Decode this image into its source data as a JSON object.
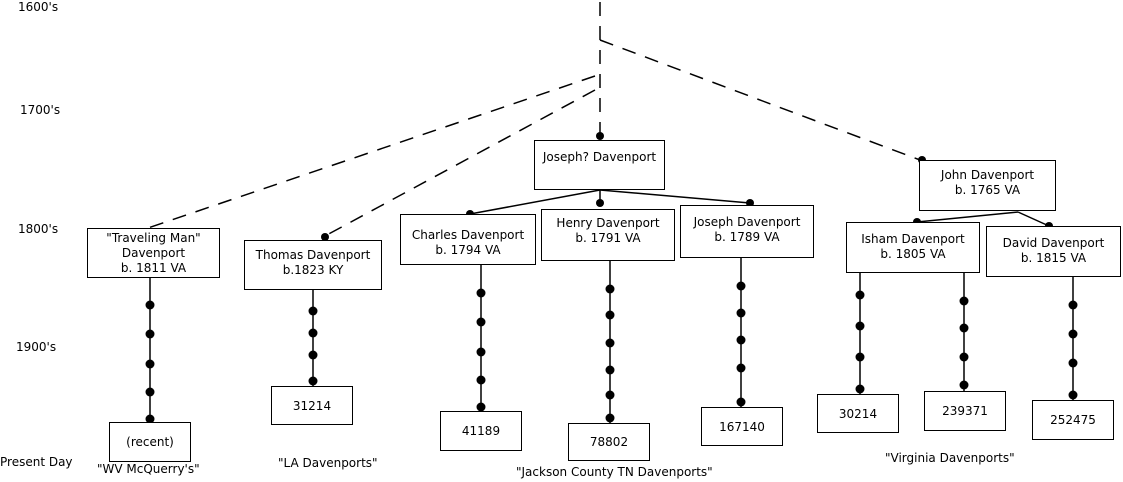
{
  "eras": {
    "e1600": "1600's",
    "e1700": "1700's",
    "e1800": "1800's",
    "e1900": "1900's",
    "present": "Present Day"
  },
  "people": {
    "joseph_q": {
      "name": "Joseph? Davenport"
    },
    "john": {
      "name": "John Davenport",
      "birth": "b. 1765 VA"
    },
    "traveling": {
      "line1": "\"Traveling Man\"",
      "line2": "Davenport",
      "birth": "b. 1811 VA"
    },
    "thomas": {
      "name": "Thomas Davenport",
      "birth": "b.1823 KY"
    },
    "charles": {
      "name": "Charles Davenport",
      "birth": "b. 1794 VA"
    },
    "henry": {
      "name": "Henry Davenport",
      "birth": "b. 1791 VA"
    },
    "joseph": {
      "name": "Joseph Davenport",
      "birth": "b. 1789 VA"
    },
    "isham": {
      "name": "Isham Davenport",
      "birth": "b. 1805 VA"
    },
    "david": {
      "name": "David Davenport",
      "birth": "b. 1815 VA"
    }
  },
  "descendants": {
    "recent": "(recent)",
    "d31214": "31214",
    "d41189": "41189",
    "d78802": "78802",
    "d167140": "167140",
    "d30214": "30214",
    "d239371": "239371",
    "d252475": "252475"
  },
  "groups": {
    "wv": "\"WV McQuerry's\"",
    "la": "\"LA Davenports\"",
    "jackson": "\"Jackson County TN Davenports\"",
    "virginia": "\"Virginia Davenports\""
  }
}
